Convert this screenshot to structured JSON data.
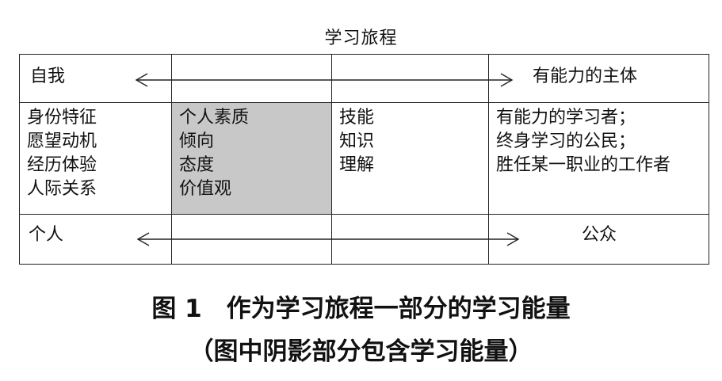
{
  "diagram": {
    "title": "学习旅程",
    "top_row": {
      "left_label": "自我",
      "right_label": "有能力的主体"
    },
    "middle_row": {
      "col1": [
        "身份特征",
        "愿望动机",
        "经历体验",
        "人际关系"
      ],
      "col2": [
        "个人素质",
        "倾向",
        "态度",
        "价值观"
      ],
      "col3": [
        "技能",
        "知识",
        "理解"
      ],
      "col4": [
        "有能力的学习者；",
        "终身学习的公民；",
        "胜任某一职业的工作者"
      ]
    },
    "bottom_row": {
      "left_label": "个人",
      "right_label": "公众"
    }
  },
  "caption": {
    "line1": "图 1　作为学习旅程一部分的学习能量",
    "line2": "（图中阴影部分包含学习能量）"
  },
  "colors": {
    "shade": "#c8c8c8",
    "line": "#222222"
  }
}
